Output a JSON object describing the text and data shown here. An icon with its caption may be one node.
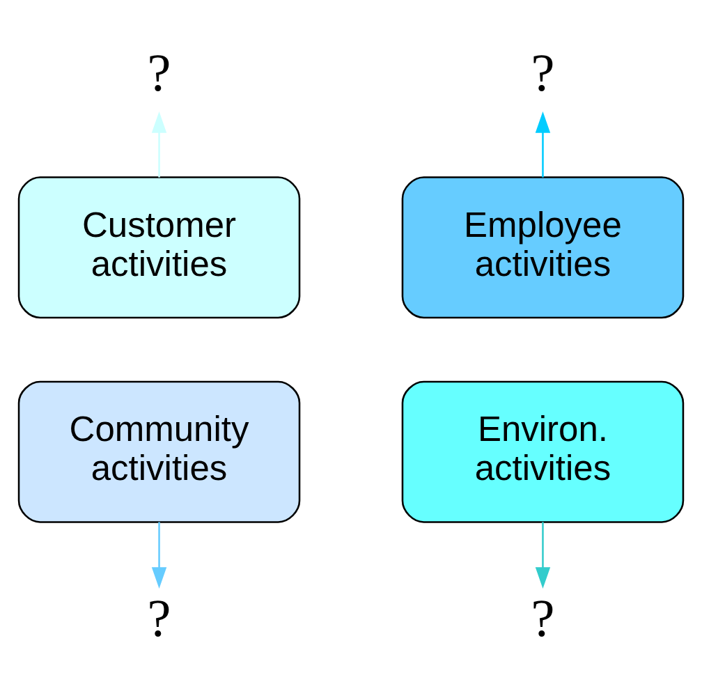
{
  "diagram": {
    "nodes": [
      {
        "text": [
          "Customer activities"
        ]
      },
      {
        "text": [
          "?"
        ]
      },
      {
        "text": [
          "Employee activities"
        ]
      },
      {
        "text": [
          "?"
        ]
      },
      {
        "text": [
          "Community activities"
        ]
      },
      {
        "text": [
          "?"
        ]
      },
      {
        "text": [
          "Environ. activities"
        ]
      },
      {
        "text": [
          "?"
        ]
      }
    ],
    "edges": [
      {
        "from": 0,
        "to": 1,
        "arrow": "to",
        "color": "#ccffff"
      },
      {
        "from": 2,
        "to": 3,
        "arrow": "to",
        "color": "#00ccff"
      },
      {
        "from": 4,
        "to": 5,
        "arrow": "to",
        "color": "#66ccff"
      },
      {
        "from": 6,
        "to": 7,
        "arrow": "to",
        "color": "#33cccc"
      }
    ]
  }
}
